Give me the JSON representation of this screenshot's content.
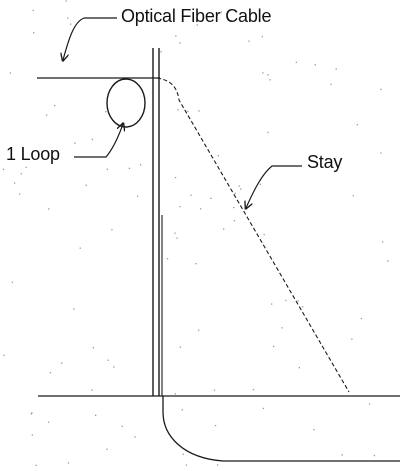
{
  "labels": {
    "optical_fiber_cable": "Optical Fiber Cable",
    "loop": "1 Loop",
    "stay": "Stay"
  },
  "colors": {
    "line": "#1a1a1a",
    "background": "#ffffff"
  }
}
